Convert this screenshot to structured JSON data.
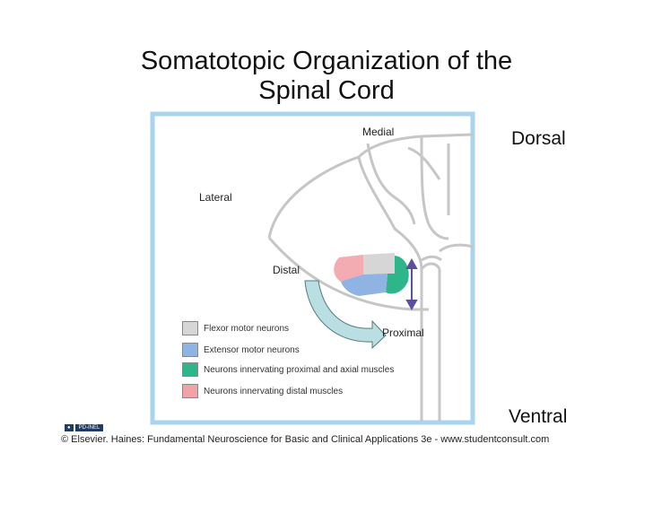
{
  "title": {
    "line1": "Somatotopic Organization of the",
    "line2": "Spinal Cord"
  },
  "orientation": {
    "dorsal": "Dorsal",
    "ventral": "Ventral"
  },
  "figure": {
    "medial": "Medial",
    "lateral": "Lateral",
    "distal": "Distal",
    "proximal": "Proximal"
  },
  "legend": [
    {
      "label": "Flexor motor neurons",
      "color": "#d6d6d6"
    },
    {
      "label": "Extensor motor neurons",
      "color": "#8fb4e3"
    },
    {
      "label": "Neurons innervating proximal and axial muscles",
      "color": "#2fb58a"
    },
    {
      "label": "Neurons innervating distal muscles",
      "color": "#f2a3a8"
    }
  ],
  "badge": "PD-INEL",
  "credit": "© Elsevier. Haines: Fundamental Neuroscience for Basic and Clinical Applications 3e - www.studentconsult.com",
  "colors": {
    "frame": "#a9d4ef",
    "arrow": "#5b4fa0",
    "curved_arrow_fill": "#b9dfe3"
  }
}
